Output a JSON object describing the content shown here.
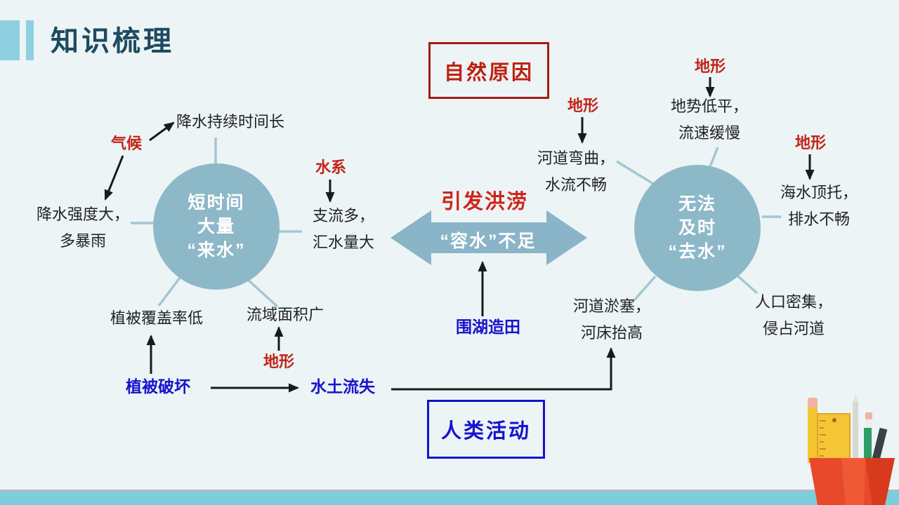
{
  "title": {
    "text": "知识梳理"
  },
  "boxes": {
    "natural": "自然原因",
    "human": "人类活动"
  },
  "center": {
    "trigger": "引发洪涝",
    "arrow_label": "“容水”不足"
  },
  "left_circle": {
    "line1": "短时间",
    "line2": "大量",
    "line3": "“来水”"
  },
  "right_circle": {
    "line1": "无法",
    "line2": "及时",
    "line3": "“去水”"
  },
  "labels": {
    "climate": "气候",
    "rain_duration": "降水持续时间长",
    "rain_intensity_1": "降水强度大，",
    "rain_intensity_2": "多暴雨",
    "river_system": "水系",
    "tributaries_1": "支流多，",
    "tributaries_2": "汇水量大",
    "vegetation_low": "植被覆盖率低",
    "basin_wide": "流域面积广",
    "terrain_bottom_left": "地形",
    "vegetation_destroy": "植被破坏",
    "soil_erosion": "水土流失",
    "lake_reclaim": "围湖造田",
    "terrain_mid": "地形",
    "channel_curve_1": "河道弯曲，",
    "channel_curve_2": "水流不畅",
    "terrain_top": "地形",
    "low_flat_1": "地势低平，",
    "low_flat_2": "流速缓慢",
    "terrain_right": "地形",
    "seawater_1": "海水顶托，",
    "seawater_2": "排水不畅",
    "silted_1": "河道淤塞，",
    "silted_2": "河床抬高",
    "population_1": "人口密集，",
    "population_2": "侵占河道"
  },
  "colors": {
    "background": "#ecf4f6",
    "accent_bar": "#8ed0e0",
    "title": "#1d4a60",
    "circle_fill": "#8db8c8",
    "double_arrow_fill": "#8ab4c7",
    "connector": "#a5c6d2",
    "red_text": "#c22418",
    "blue_text": "#1713cb",
    "natural_box_border": "#a31d12",
    "human_box_border": "#1512cd",
    "footer_band": "#7bcfdd",
    "cup": "#e8492b"
  }
}
